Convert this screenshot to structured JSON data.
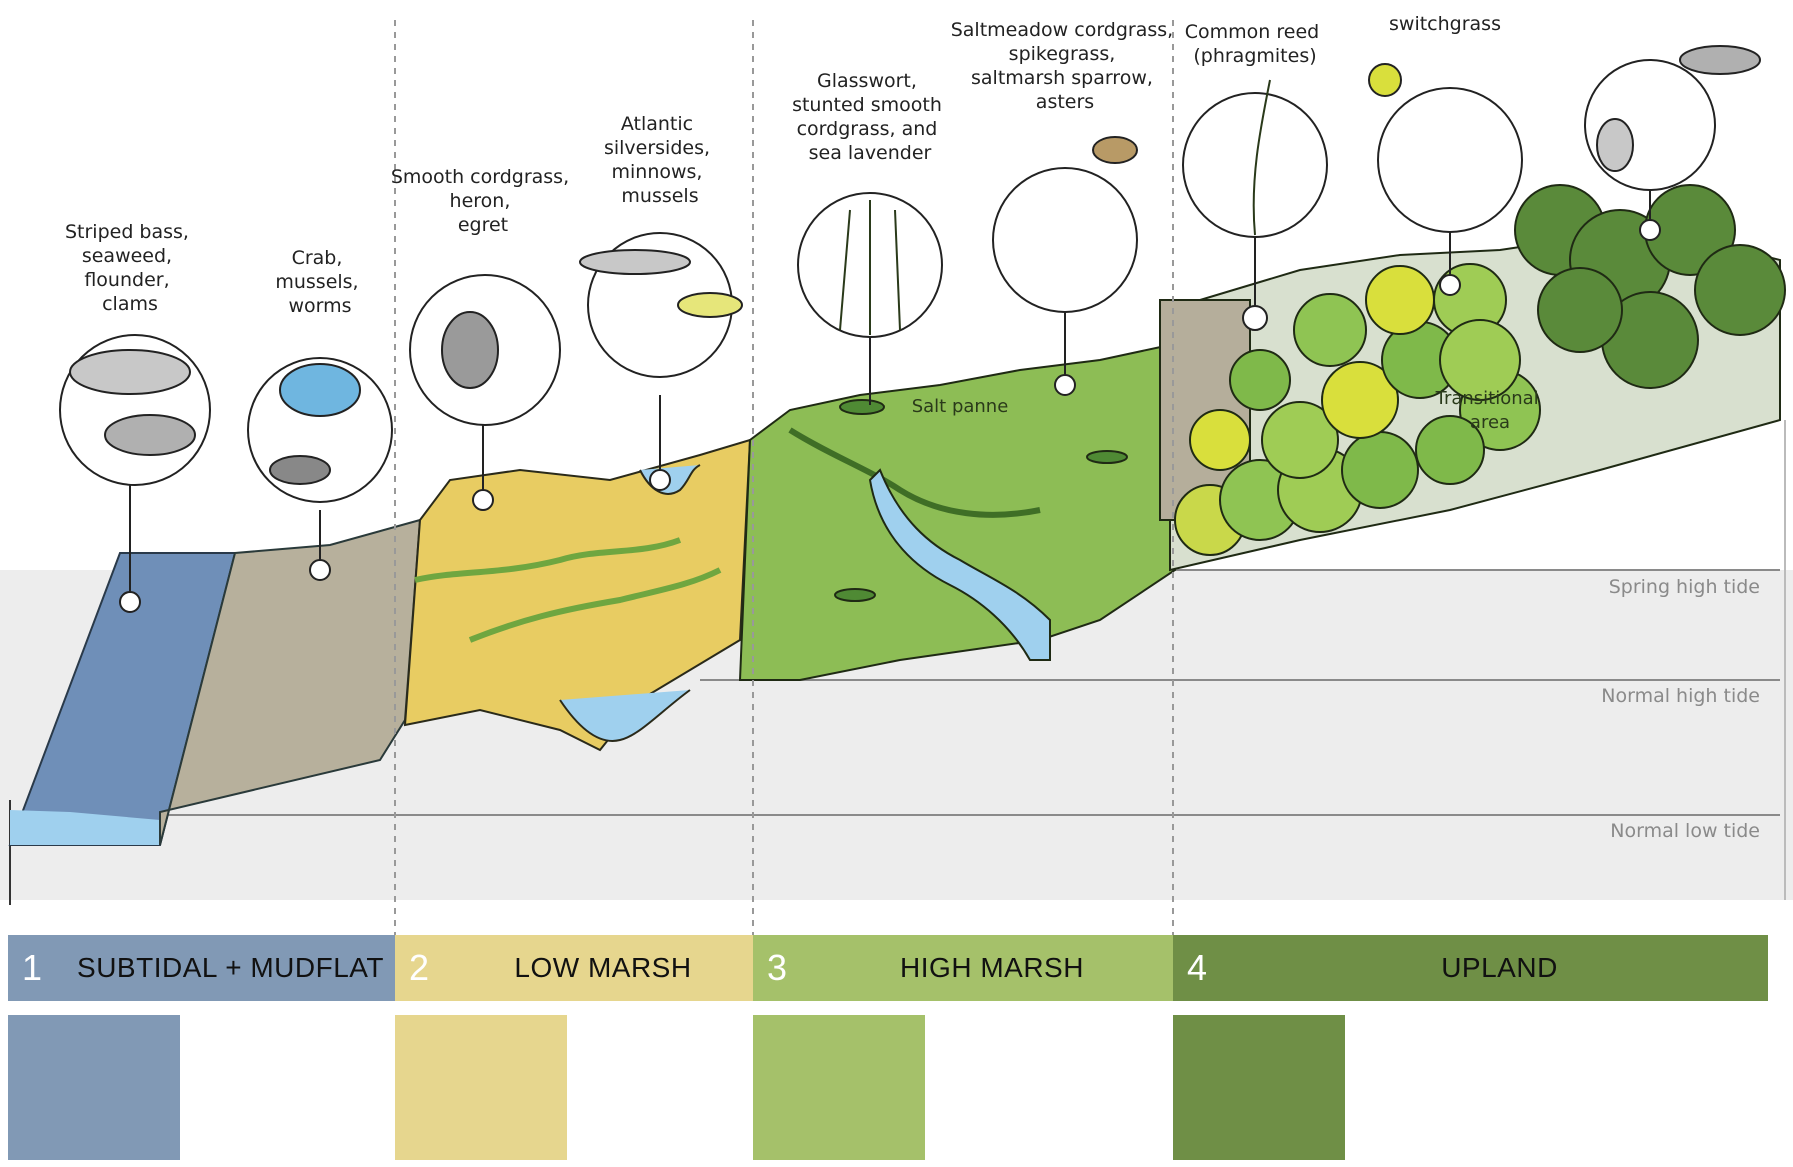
{
  "labels": {
    "subtidal_species": [
      "Striped bass,",
      "seaweed,",
      "flounder,",
      "clams"
    ],
    "mudflat_species": [
      "Crab,",
      "mussels,",
      "worms"
    ],
    "lowmarsh_birds": [
      "Smooth cordgrass,",
      "heron,",
      "egret"
    ],
    "lowmarsh_fish": [
      "Atlantic",
      "silversides,",
      "minnows,",
      "mussels"
    ],
    "highmarsh_plants": [
      "Glasswort,",
      "stunted smooth",
      "cordgrass, and",
      "sea lavender"
    ],
    "highmarsh_meadow": [
      "Saltmeadow cordgrass,",
      "spikegrass,",
      "saltmarsh sparrow,",
      "asters"
    ],
    "common_reed": [
      "Common reed",
      "(phragmites)"
    ],
    "switchgrass": [
      "switchgrass"
    ],
    "salt_panne": "Salt panne",
    "transitional_area": [
      "Transitional",
      "area"
    ]
  },
  "tides": {
    "spring_high": "Spring high tide",
    "normal_high": "Normal high tide",
    "normal_low": "Normal low tide"
  },
  "zones": [
    {
      "number": "1",
      "name": "SUBTIDAL + MUDFLAT",
      "color": "#8199b5"
    },
    {
      "number": "2",
      "name": "LOW MARSH",
      "color": "#e6d68e"
    },
    {
      "number": "3",
      "name": "HIGH MARSH",
      "color": "#a5c16a"
    },
    {
      "number": "4",
      "name": "UPLAND",
      "color": "#6f8f46"
    }
  ],
  "colors": {
    "subtidal": "#6f8fb8",
    "mudflat": "#b7b09c",
    "low_marsh": "#e8cc62",
    "high_marsh": "#8dbd55",
    "upland": "#5a8a3a",
    "water": "#9fd0ee",
    "tide_band": "#ececec"
  }
}
